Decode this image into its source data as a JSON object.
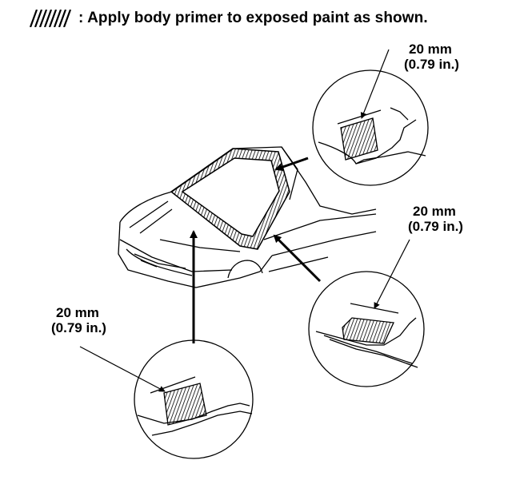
{
  "legend": {
    "text": ": Apply body primer to exposed paint as shown."
  },
  "callouts": [
    {
      "id": "top-right",
      "mm": "20 mm",
      "inch": "(0.79 in.)"
    },
    {
      "id": "mid-right",
      "mm": "20 mm",
      "inch": "(0.79 in.)"
    },
    {
      "id": "left",
      "mm": "20 mm",
      "inch": "(0.79 in.)"
    }
  ],
  "colors": {
    "ink": "#000000",
    "background": "#ffffff"
  }
}
